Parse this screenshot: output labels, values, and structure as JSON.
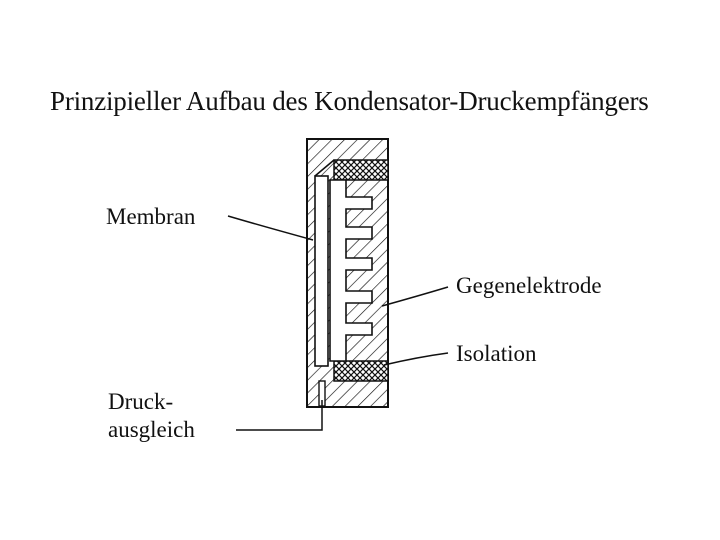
{
  "title": "Prinzipieller Aufbau des Kondensator-Druckempfängers",
  "labels": {
    "membran": "Membran",
    "gegenelektrode": "Gegenelektrode",
    "isolation": "Isolation",
    "druck_line1": "Druck-",
    "druck_line2": "ausgleich"
  },
  "colors": {
    "ink": "#111111",
    "background": "#ffffff"
  }
}
